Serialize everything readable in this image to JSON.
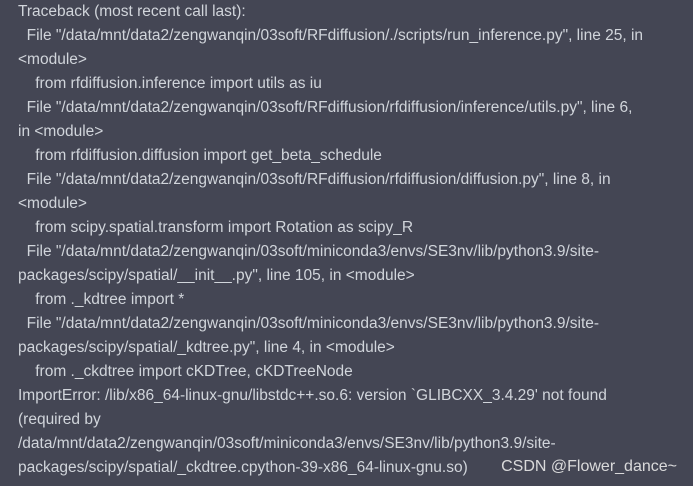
{
  "colors": {
    "background": "#444654",
    "text": "#d1d5db",
    "watermark": "#e6e6e6"
  },
  "traceback": {
    "lines": [
      "Traceback (most recent call last):",
      "  File \"/data/mnt/data2/zengwanqin/03soft/RFdiffusion/./scripts/run_inference.py\", line 25, in",
      "<module>",
      "    from rfdiffusion.inference import utils as iu",
      "  File \"/data/mnt/data2/zengwanqin/03soft/RFdiffusion/rfdiffusion/inference/utils.py\", line 6,",
      "in <module>",
      "    from rfdiffusion.diffusion import get_beta_schedule",
      "  File \"/data/mnt/data2/zengwanqin/03soft/RFdiffusion/rfdiffusion/diffusion.py\", line 8, in",
      "<module>",
      "    from scipy.spatial.transform import Rotation as scipy_R",
      "  File \"/data/mnt/data2/zengwanqin/03soft/miniconda3/envs/SE3nv/lib/python3.9/site-",
      "packages/scipy/spatial/__init__.py\", line 105, in <module>",
      "    from ._kdtree import *",
      "  File \"/data/mnt/data2/zengwanqin/03soft/miniconda3/envs/SE3nv/lib/python3.9/site-",
      "packages/scipy/spatial/_kdtree.py\", line 4, in <module>",
      "    from ._ckdtree import cKDTree, cKDTreeNode",
      "ImportError: /lib/x86_64-linux-gnu/libstdc++.so.6: version `GLIBCXX_3.4.29' not found",
      "(required by",
      "/data/mnt/data2/zengwanqin/03soft/miniconda3/envs/SE3nv/lib/python3.9/site-",
      "packages/scipy/spatial/_ckdtree.cpython-39-x86_64-linux-gnu.so)"
    ]
  },
  "watermark": "CSDN @Flower_dance~"
}
